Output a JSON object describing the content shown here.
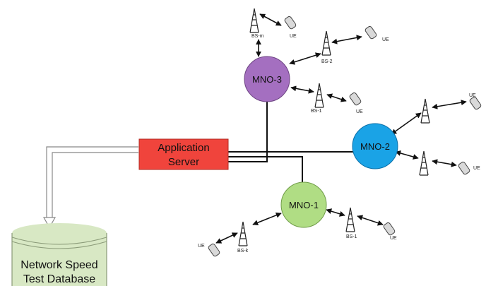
{
  "app_server": {
    "line1": "Application",
    "line2": "Server",
    "fill": "#f0443c"
  },
  "database": {
    "line1": "Network Speed",
    "line2": "Test Database",
    "fill": "#d8e8c4"
  },
  "mno3": {
    "label": "MNO-3",
    "fill": "#a46fc0"
  },
  "mno2": {
    "label": "MNO-2",
    "fill": "#1aa3e6"
  },
  "mno1": {
    "label": "MNO-1",
    "fill": "#b0dd84"
  },
  "labels": {
    "bs_m": "BS-m",
    "bs_2": "BS-2",
    "bs_1_mno3": "BS-1",
    "bs_k": "BS-k",
    "bs_1_mno1": "BS-1",
    "ue": "UE"
  }
}
